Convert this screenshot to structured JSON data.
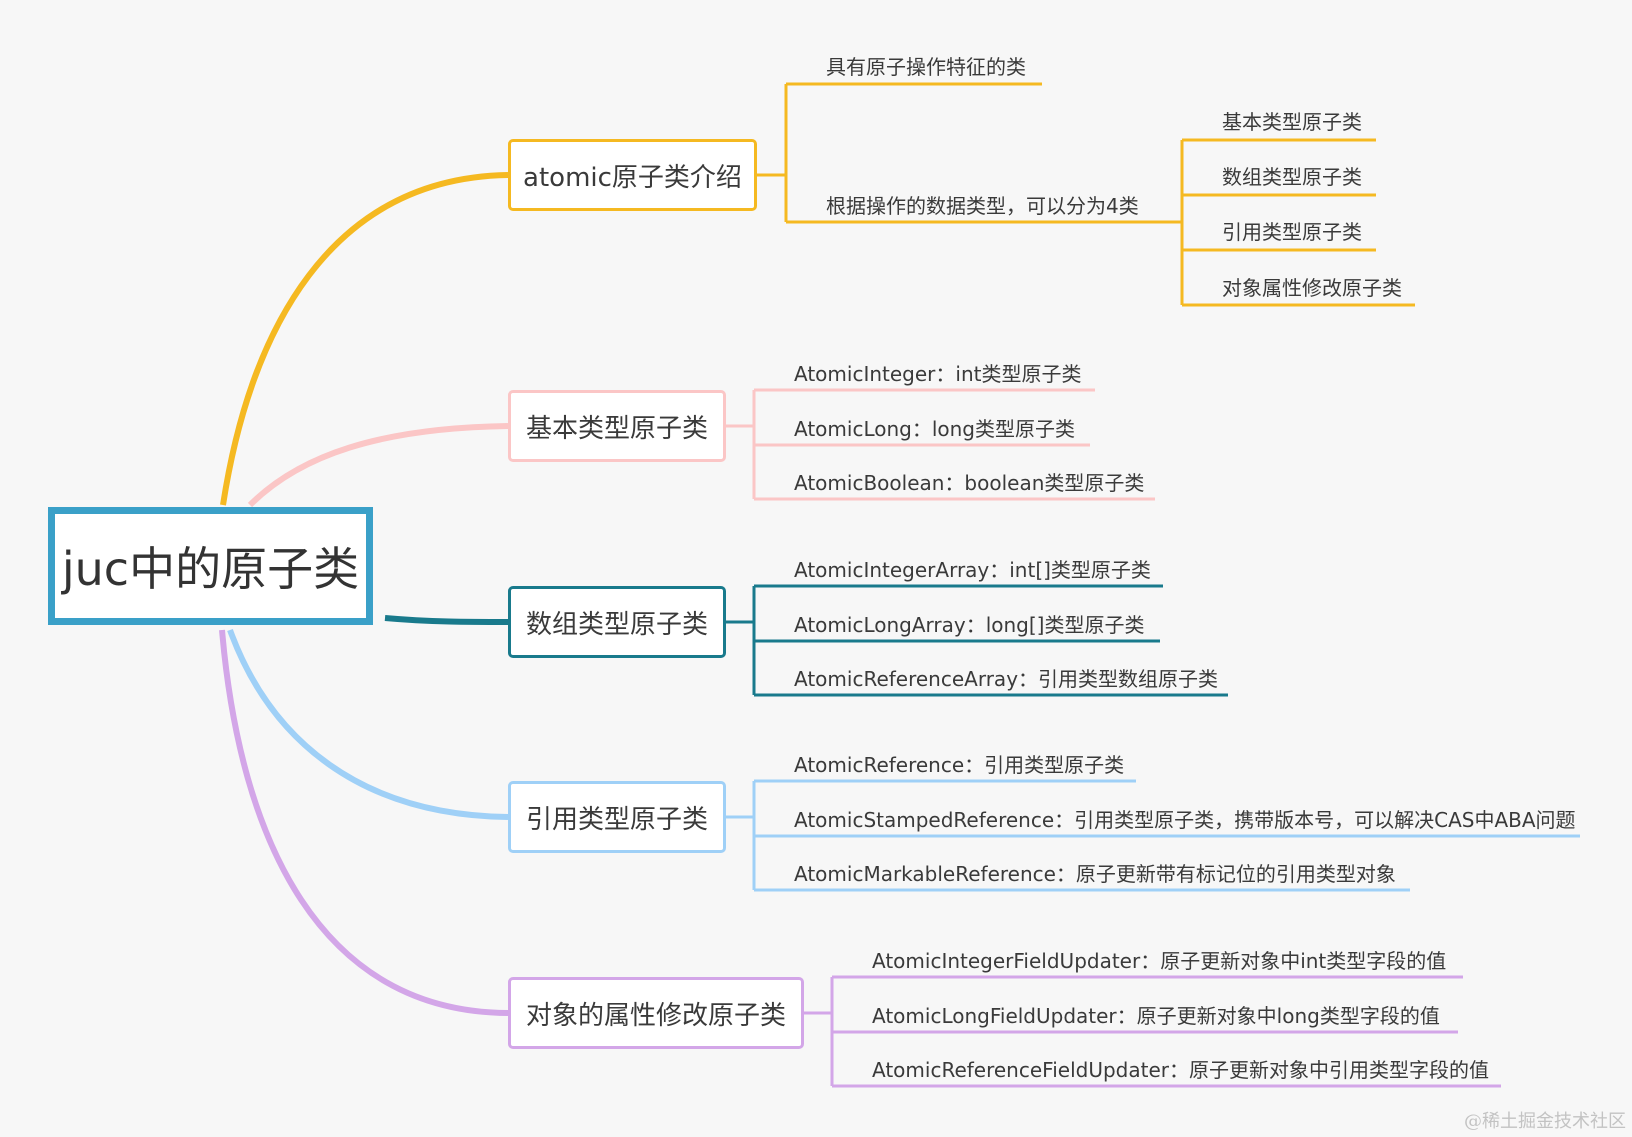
{
  "root": {
    "label": "juc中的原子类",
    "color": "#3aa0c8"
  },
  "branches": [
    {
      "label": "atomic原子类介绍",
      "color": "#f5b921",
      "children": [
        {
          "label": "具有原子操作特征的类",
          "children": []
        },
        {
          "label": "根据操作的数据类型，可以分为4类",
          "children": [
            "基本类型原子类",
            "数组类型原子类",
            "引用类型原子类",
            "对象属性修改原子类"
          ]
        }
      ]
    },
    {
      "label": "基本类型原子类",
      "color": "#fbc6c6",
      "children": [
        {
          "label": "AtomicInteger：int类型原子类"
        },
        {
          "label": "AtomicLong：long类型原子类"
        },
        {
          "label": "AtomicBoolean：boolean类型原子类"
        }
      ]
    },
    {
      "label": "数组类型原子类",
      "color": "#197a8c",
      "children": [
        {
          "label": "AtomicIntegerArray：int[]类型原子类"
        },
        {
          "label": "AtomicLongArray：long[]类型原子类"
        },
        {
          "label": "AtomicReferenceArray：引用类型数组原子类"
        }
      ]
    },
    {
      "label": "引用类型原子类",
      "color": "#9fd0f7",
      "children": [
        {
          "label": "AtomicReference：引用类型原子类"
        },
        {
          "label": "AtomicStampedReference：引用类型原子类，携带版本号，可以解决CAS中ABA问题"
        },
        {
          "label": "AtomicMarkableReference：原子更新带有标记位的引用类型对象"
        }
      ]
    },
    {
      "label": "对象的属性修改原子类",
      "color": "#d3a6e8",
      "children": [
        {
          "label": "AtomicIntegerFieldUpdater：原子更新对象中int类型字段的值"
        },
        {
          "label": "AtomicLongFieldUpdater：原子更新对象中long类型字段的值"
        },
        {
          "label": "AtomicReferenceFieldUpdater：原子更新对象中引用类型字段的值"
        }
      ]
    }
  ],
  "watermark": "@稀土掘金技术社区"
}
